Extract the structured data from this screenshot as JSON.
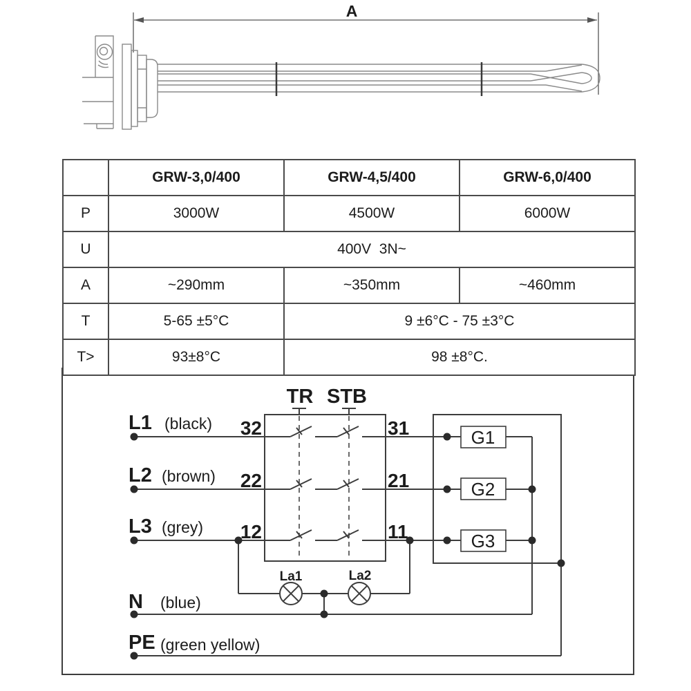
{
  "dimension": {
    "label": "A"
  },
  "spec_table": {
    "model_headers": [
      "GRW-3,0/400",
      "GRW-4,5/400",
      "GRW-6,0/400"
    ],
    "row_p": {
      "label": "P",
      "values": [
        "3000W",
        "4500W",
        "6000W"
      ]
    },
    "row_u": {
      "label": "U",
      "value": "400V  3N~"
    },
    "row_a": {
      "label": "A",
      "values": [
        "~290mm",
        "~350mm",
        "~460mm"
      ]
    },
    "row_t": {
      "label": "T",
      "value_col1": "5-65 ±5°C",
      "value_col23": "9 ±6°C - 75 ±3°C"
    },
    "row_tmax": {
      "label": "T>",
      "value_col1": "93±8°C",
      "value_col23": "98 ±8°C."
    }
  },
  "schematic": {
    "thermostat_label": "TR",
    "limiter_label": "STB",
    "l1": {
      "label": "L1",
      "wire_color": "(black)",
      "terminal_in": "32",
      "terminal_out": "31"
    },
    "l2": {
      "label": "L2",
      "wire_color": "(brown)",
      "terminal_in": "22",
      "terminal_out": "21"
    },
    "l3": {
      "label": "L3",
      "wire_color": "(grey)",
      "terminal_in": "12",
      "terminal_out": "11"
    },
    "n": {
      "label": "N",
      "wire_color": "(blue)"
    },
    "pe": {
      "label": "PE",
      "wire_color": "(green yellow)"
    },
    "lamp1_label": "La1",
    "lamp2_label": "La2",
    "element1_label": "G1",
    "element2_label": "G2",
    "element3_label": "G3"
  }
}
